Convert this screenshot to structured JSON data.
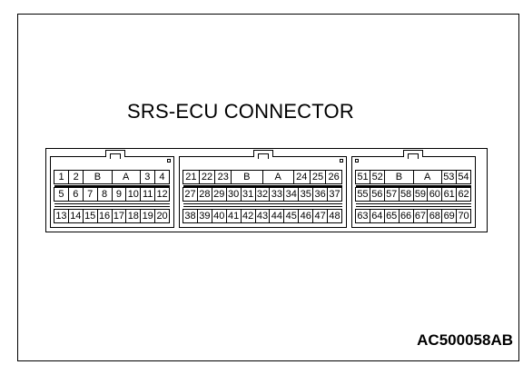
{
  "title": "SRS-ECU CONNECTOR",
  "figure_code": "AC500058AB",
  "connectors": [
    {
      "rows": [
        [
          "1",
          "2",
          "B",
          "A",
          "3",
          "4"
        ],
        [
          "5",
          "6",
          "7",
          "8",
          "9",
          "10",
          "11",
          "12"
        ],
        [
          "13",
          "14",
          "15",
          "16",
          "17",
          "18",
          "19",
          "20"
        ]
      ]
    },
    {
      "rows": [
        [
          "21",
          "22",
          "23",
          "B",
          "A",
          "24",
          "25",
          "26"
        ],
        [
          "27",
          "28",
          "29",
          "30",
          "31",
          "32",
          "33",
          "34",
          "35",
          "36",
          "37"
        ],
        [
          "38",
          "39",
          "40",
          "41",
          "42",
          "43",
          "44",
          "45",
          "46",
          "47",
          "48"
        ]
      ]
    },
    {
      "rows": [
        [
          "51",
          "52",
          "B",
          "A",
          "53",
          "54"
        ],
        [
          "55",
          "56",
          "57",
          "58",
          "59",
          "60",
          "61",
          "62"
        ],
        [
          "63",
          "64",
          "65",
          "66",
          "67",
          "68",
          "69",
          "70"
        ]
      ]
    }
  ]
}
